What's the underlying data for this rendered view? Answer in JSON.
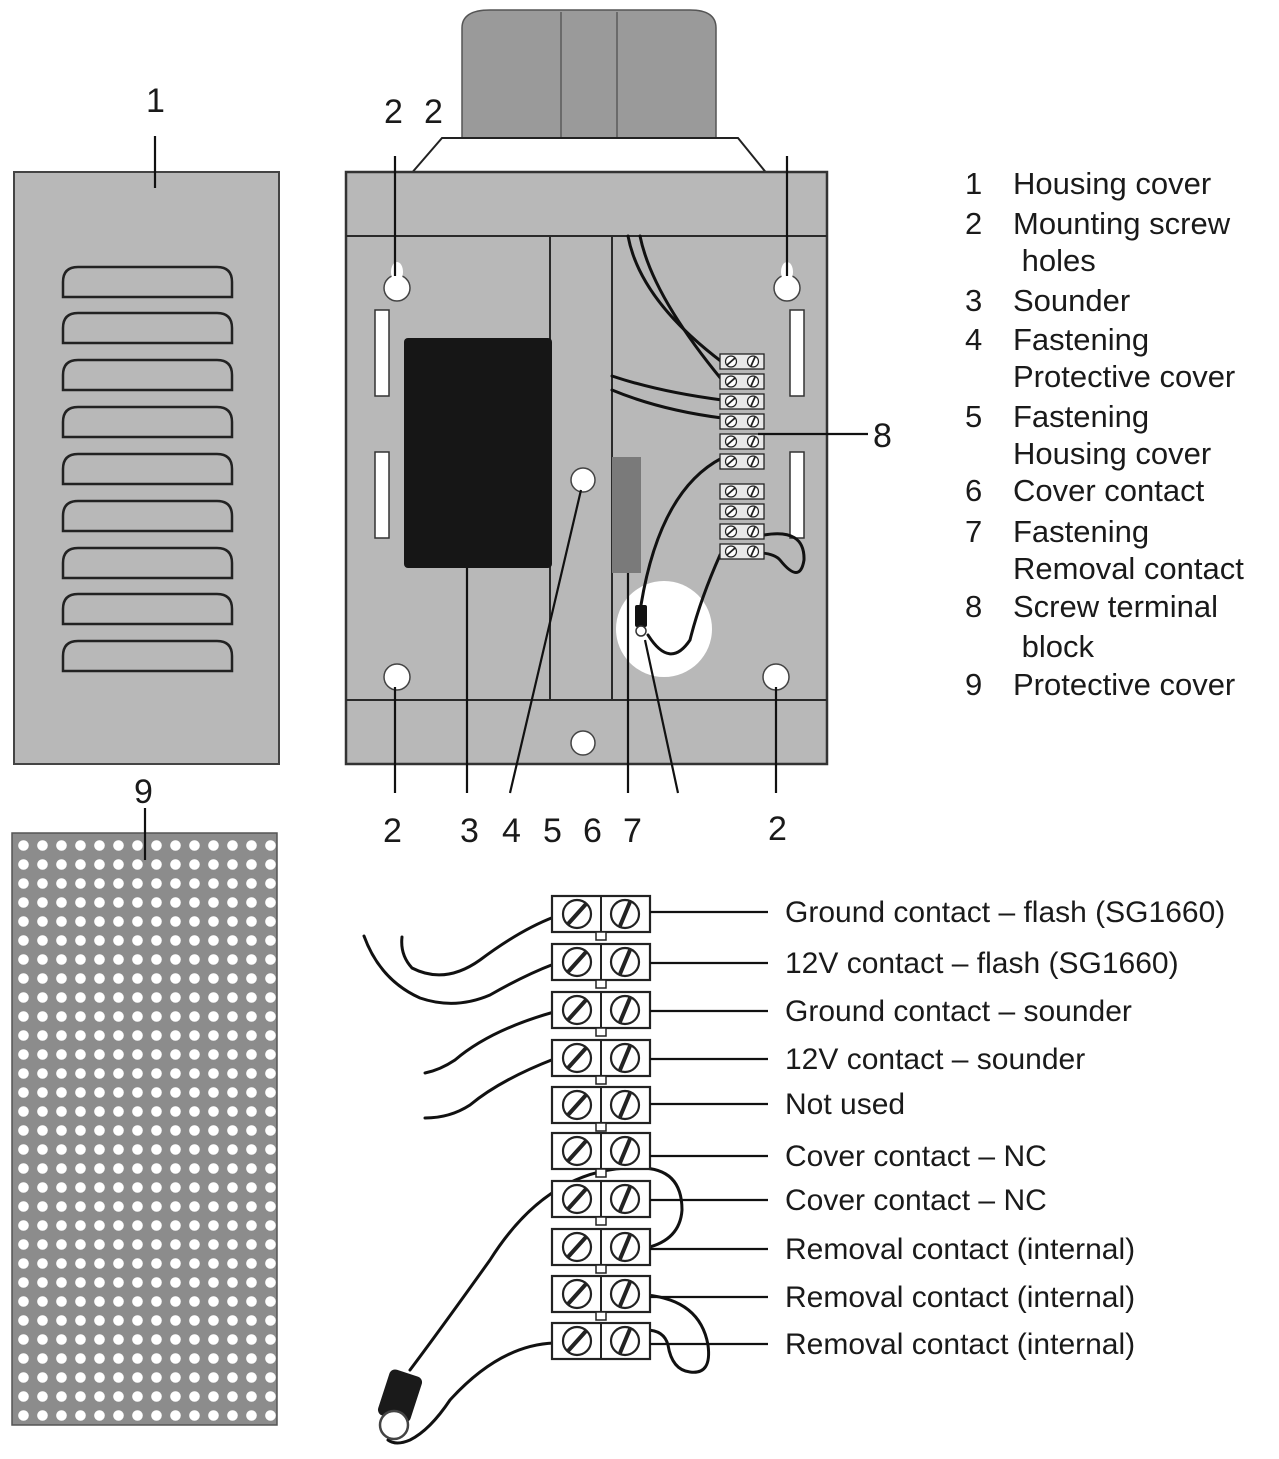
{
  "callouts": {
    "housing_cover": "1",
    "protective_cover": "9",
    "top_holes_left": "2",
    "top_holes_right": "2",
    "terminal_block": "8",
    "bottom_row": [
      "2",
      "3",
      "4",
      "5",
      "6",
      "7"
    ],
    "bottom_right_hole": "2"
  },
  "legend": [
    {
      "num": "1",
      "lines": [
        "Housing cover"
      ]
    },
    {
      "num": "2",
      "lines": [
        "Mounting screw",
        " holes"
      ]
    },
    {
      "num": "3",
      "lines": [
        "Sounder"
      ]
    },
    {
      "num": "4",
      "lines": [
        "Fastening",
        "Protective cover"
      ]
    },
    {
      "num": "5",
      "lines": [
        "Fastening",
        "Housing cover"
      ]
    },
    {
      "num": "6",
      "lines": [
        "Cover contact"
      ]
    },
    {
      "num": "7",
      "lines": [
        "Fastening",
        "Removal contact"
      ]
    },
    {
      "num": "8",
      "lines": [
        "Screw terminal",
        " block"
      ]
    },
    {
      "num": "9",
      "lines": [
        "Protective cover"
      ]
    }
  ],
  "terminals": [
    "Ground contact – flash (SG1660)",
    "12V contact – flash (SG1660)",
    "Ground contact – sounder",
    "12V contact – sounder",
    "Not used",
    "Cover contact – NC",
    "Cover contact – NC",
    "Removal contact (internal)",
    "Removal contact (internal)",
    "Removal contact (internal)"
  ],
  "colors": {
    "panel_grey": "#b8b8b8",
    "dark_grey": "#7a7a7a",
    "sounder_black": "#161616",
    "perforated_grey": "#8c8c8c",
    "cylinder_grey": "#9a9a9a"
  },
  "icons": {
    "terminal_screw": "slotted-screw-icon"
  }
}
